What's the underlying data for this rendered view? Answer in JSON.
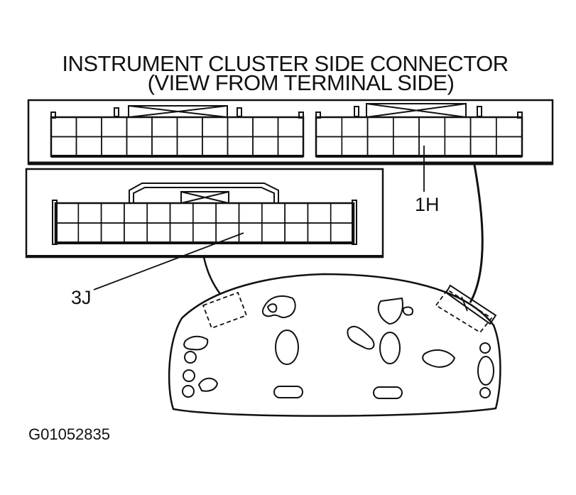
{
  "title": {
    "line1": "INSTRUMENT CLUSTER SIDE CONNECTOR",
    "line2": "(VIEW FROM TERMINAL SIDE)"
  },
  "callouts": {
    "connector_1h": "1H",
    "connector_3j": "3J"
  },
  "figure_code": "G01052835",
  "colors": {
    "line": "#111111",
    "background": "#ffffff"
  },
  "connectors": {
    "upper_left_grid": {
      "columns": 10,
      "rows": 2
    },
    "upper_right_grid": {
      "columns": 8,
      "rows": 2
    },
    "lower_grid": {
      "columns": 13,
      "rows": 2
    }
  }
}
